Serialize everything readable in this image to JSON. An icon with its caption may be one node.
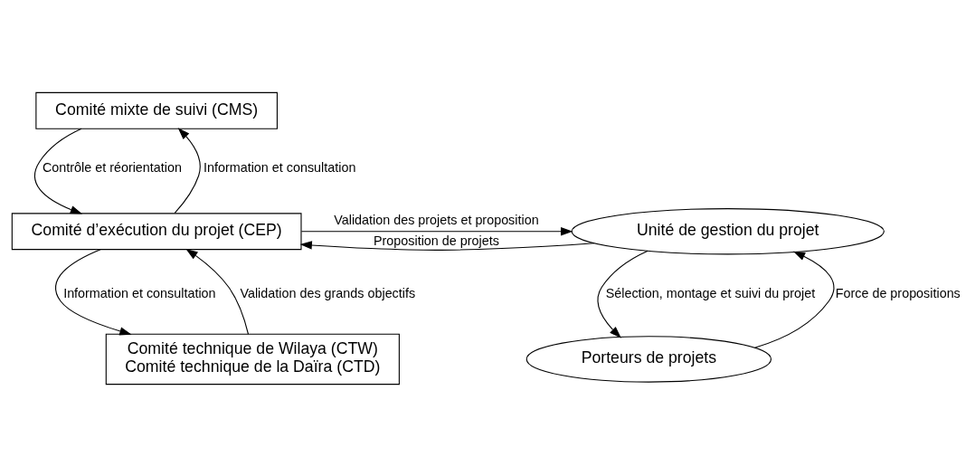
{
  "diagram": {
    "nodes": [
      {
        "text": [
          "Comité mixte de suivi (CMS)"
        ]
      },
      {
        "text": [
          "Comité d’exécution du projet (CEP)"
        ]
      },
      {
        "text": [
          "Unité de gestion du projet"
        ]
      },
      {
        "text": [
          "Porteurs de projets"
        ]
      },
      {
        "text": [
          "Comité technique de Wilaya (CTW)",
          "Comité technique de la Daïra (CTD)"
        ]
      }
    ],
    "edges": [
      {
        "from": 1,
        "to": 0,
        "arrow": "to",
        "label": "Information et consultation"
      },
      {
        "from": 0,
        "to": 1,
        "arrow": "to",
        "label": "Contrôle et réorientation"
      },
      {
        "from": 1,
        "to": 2,
        "arrow": "to",
        "label": "Validation des projets et proposition"
      },
      {
        "from": 2,
        "to": 1,
        "arrow": "to",
        "label": "Proposition de projets"
      },
      {
        "from": 2,
        "to": 3,
        "arrow": "to",
        "label": "Sélection, montage et suivi du projet"
      },
      {
        "from": 3,
        "to": 2,
        "arrow": "to",
        "label": "Force de propositions"
      },
      {
        "from": 1,
        "to": 4,
        "arrow": "to",
        "label": "Information et consultation"
      },
      {
        "from": 4,
        "to": 1,
        "arrow": "to",
        "label": "Validation des grands objectifs"
      }
    ]
  }
}
